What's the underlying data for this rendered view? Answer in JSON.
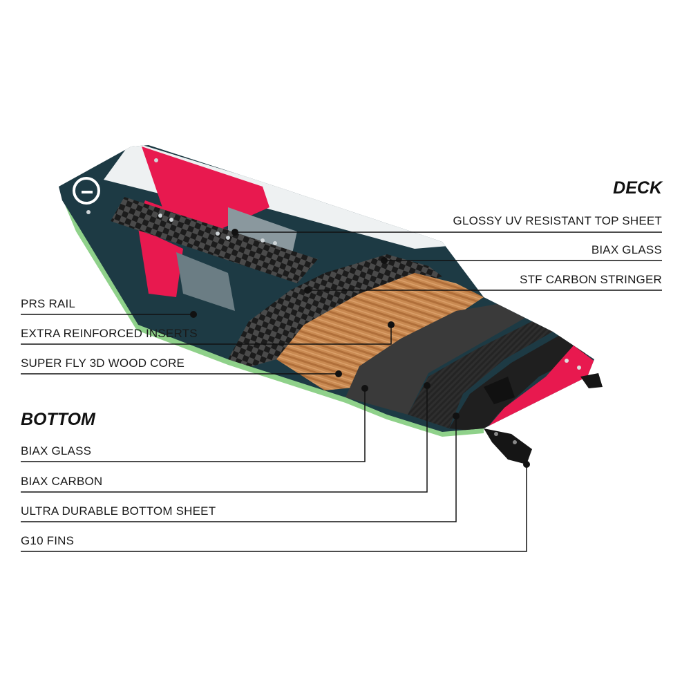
{
  "headings": {
    "deck": "DECK",
    "bottom": "BOTTOM"
  },
  "deck_labels": [
    "GLOSSY UV RESISTANT TOP SHEET",
    "BIAX GLASS",
    "STF CARBON STRINGER"
  ],
  "core_labels": [
    "PRS RAIL",
    "EXTRA REINFORCED INSERTS",
    "SUPER FLY 3D WOOD CORE"
  ],
  "bottom_labels": [
    "BIAX GLASS",
    "BIAX CARBON",
    "ULTRA DURABLE BOTTOM SHEET",
    "G10 FINS"
  ],
  "colors": {
    "accent_pink": "#e8194f",
    "dark_teal": "#1d3a44",
    "wood": "#c98a52",
    "carbon": "#2b2b2b",
    "rail_green": "#8fd18a",
    "leader_line": "#111111"
  }
}
